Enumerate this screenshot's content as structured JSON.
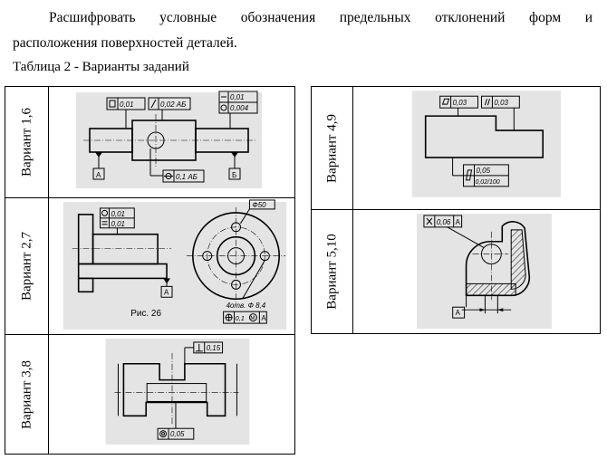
{
  "intro": {
    "line1": "Расшифровать условные обозначения предельных отклонений форм и",
    "line2": "расположения поверхностей деталей."
  },
  "caption": "Таблица 2 - Варианты заданий",
  "left_table": [
    {
      "label": "Вариант 1,6",
      "figure": {
        "frame_top": [
          "0,01",
          "0,02 АБ"
        ],
        "frame_right": [
          "0,01",
          "0,004"
        ],
        "frame_bottom": "0,1 АБ",
        "datum_a": "А",
        "datum_b": "Б"
      }
    },
    {
      "label": "Вариант 2,7",
      "figure": {
        "frame_tl": [
          "0,01",
          "0,01"
        ],
        "dim_top": "Ф50",
        "datum": "А",
        "holes_note": "4отв. Ф 8,4",
        "frame_pos": [
          "0,1",
          "М",
          "А"
        ],
        "fig_caption": "Рис. 26"
      }
    },
    {
      "label": "Вариант 3,8",
      "figure": {
        "frame_top": "0,15",
        "frame_bottom": "0,05"
      }
    }
  ],
  "right_table": [
    {
      "label": "Вариант 4,9",
      "figure": {
        "frame_top": [
          "0,03",
          "0,03"
        ],
        "frame_bottom": [
          "0,05",
          "0,02/100"
        ]
      }
    },
    {
      "label": "Вариант 5,10",
      "figure": {
        "frame": [
          "0,06",
          "А"
        ],
        "datum": "А"
      }
    }
  ]
}
